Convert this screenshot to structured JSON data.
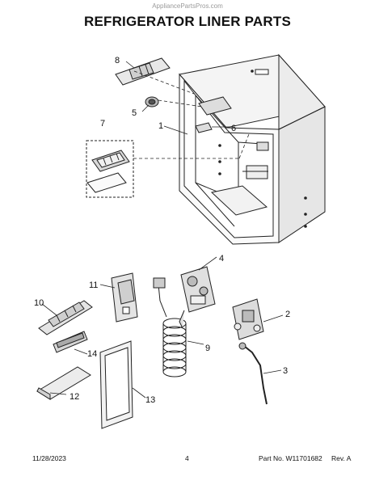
{
  "watermark": "AppliancePartsPros.com",
  "title": "REFRIGERATOR LINER PARTS",
  "callouts": [
    "1",
    "2",
    "3",
    "4",
    "5",
    "6",
    "7",
    "8",
    "9",
    "10",
    "11",
    "12",
    "13",
    "14"
  ],
  "footer": {
    "date": "11/28/2023",
    "page": "4",
    "part_no": "Part No. W11701682",
    "rev": "Rev. A"
  }
}
